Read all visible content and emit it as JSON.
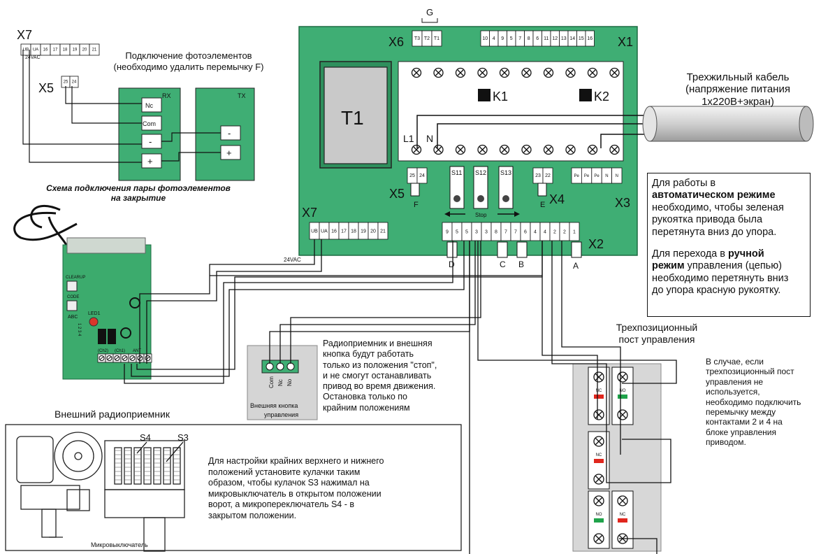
{
  "colors": {
    "board_green": "#3fae74",
    "board_dark": "#2a8a57",
    "pcb_green": "#3cab6d",
    "relay_black": "#111111",
    "led_red": "#d9362b",
    "indicator_red": "#e0261d",
    "indicator_green": "#1fa34a",
    "cable_gray": "#dcdcdc",
    "wire": "#111111"
  },
  "labels": {
    "g": "G",
    "x6": "X6",
    "x1": "X1",
    "x7_top": "X7",
    "x5_top": "X5",
    "x7_main": "X7",
    "x5_main": "X5",
    "x4": "X4",
    "x3": "X3",
    "x2": "X2",
    "t1": "T1",
    "k1": "K1",
    "k2": "K2",
    "l1": "L1",
    "n": "N",
    "f": "F",
    "e": "E",
    "a": "A",
    "b": "B",
    "c": "C",
    "d": "D",
    "vac": "24VAC",
    "vac_small": "24VAC",
    "s11": "S11",
    "s12": "S12",
    "s13": "S13",
    "stop": "Stop",
    "rx": "RX",
    "tx": "TX",
    "nc": "Nc",
    "com": "Com",
    "minus": "-",
    "plus": "+",
    "s3": "S3",
    "s4": "S4",
    "microswitch": "Микровыключатель",
    "clearup": "CLEARUP",
    "code": "CODE",
    "abc": "ABC",
    "led1": "LED1",
    "ch2": "(Ch2)",
    "ch1": "(Ch1)",
    "ant": "ANT",
    "dip": "1 2 3 4",
    "nc_small": "NC",
    "no_small": "NO"
  },
  "terminals": {
    "x6": [
      "T3",
      "T2",
      "T1"
    ],
    "x1": [
      "10",
      "4",
      "9",
      "5",
      "7",
      "8",
      "6",
      "11",
      "12",
      "13",
      "14",
      "15",
      "16"
    ],
    "x7": [
      "UB",
      "UA",
      "16",
      "17",
      "18",
      "19",
      "20",
      "21"
    ],
    "x5": [
      "25",
      "24"
    ],
    "x4": [
      "23",
      "22"
    ],
    "x3": [
      "Pe",
      "Pe",
      "Pe",
      "N",
      "N"
    ],
    "x2": [
      "9",
      "5",
      "5",
      "3",
      "3",
      "8",
      "7",
      "7",
      "6",
      "4",
      "4",
      "2",
      "2",
      "1"
    ],
    "button_contacts": [
      "Com",
      "Nc",
      "No"
    ]
  },
  "texts": {
    "photo_title_1": "Подключение фотоэлементов",
    "photo_title_2": "(необходимо удалить перемычку F)",
    "photo_caption_1": "Схема подключения пары фотоэлементов",
    "photo_caption_2": "на закрытие",
    "cable_1": "Трехжильный кабель",
    "cable_2": "(напряжение питания",
    "cable_3": "1х220В+экран)",
    "auto_1": "Для работы в",
    "auto_2": "автоматическом режиме",
    "auto_3": "необходимо, чтобы зеленая",
    "auto_4": "рукоятка привода была",
    "auto_5": "перетянута вниз до упора.",
    "manual_1a": "Для перехода в ",
    "manual_1b": "ручной",
    "manual_2a": "режим",
    "manual_2b": " управления (цепью)",
    "manual_3": "необходимо перетянуть вниз",
    "manual_4": "до упора красную рукоятку.",
    "radio_note_1": "Радиоприемник и внешняя",
    "radio_note_2": "кнопка будут работать",
    "radio_note_3": "только из положения \"стоп\",",
    "radio_note_4": "и не смогут останавливать",
    "radio_note_5": "привод во время движения.",
    "radio_note_6": "Остановка только по",
    "radio_note_7": "крайним положениям",
    "ext_button_1": "Внешняя кнопка",
    "ext_button_2": "управления",
    "ext_radio": "Внешний радиоприемник",
    "three_pos_1": "Трехпозиционный",
    "three_pos_2": "пост управления",
    "three_note_1": "В случае, если",
    "three_note_2": "трехпозиционный пост",
    "three_note_3": "управления не",
    "three_note_4": "используется,",
    "three_note_5": "необходимо подключить",
    "three_note_6": "перемычку между",
    "three_note_7": "контактами 2 и 4 на",
    "three_note_8": "блоке управления",
    "three_note_9": "приводом.",
    "limit_1": "Для настройки крайних верхнего и нижнего",
    "limit_2": "положений установите кулачки таким",
    "limit_3": "образом, чтобы кулачок S3 нажимал на",
    "limit_4": "микровыключатель в открытом положении",
    "limit_5": "ворот, а микропереключатель S4 - в",
    "limit_6": "закрытом положении."
  }
}
